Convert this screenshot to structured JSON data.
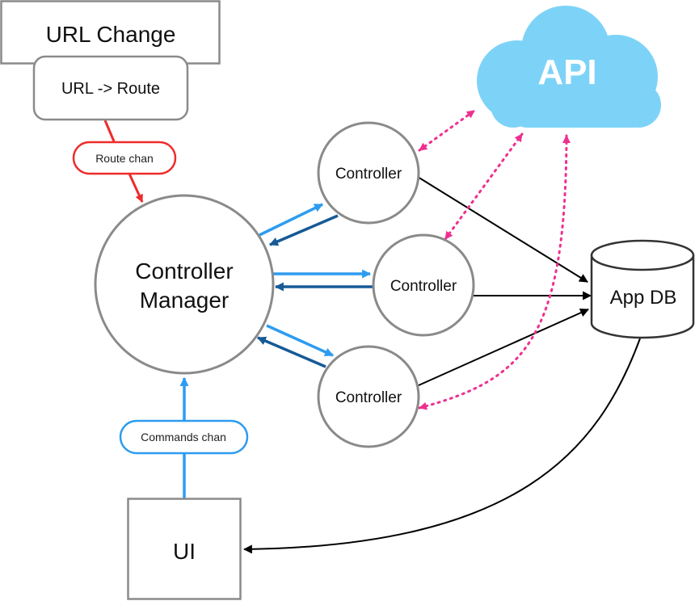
{
  "colors": {
    "node_stroke": "#8a8a8a",
    "red": "#ef2b2b",
    "light_blue": "#2d9cf0",
    "dark_blue": "#165a96",
    "black": "#000000",
    "pink": "#ef2f8f",
    "cloud": "#7dd3f7"
  },
  "nodes": {
    "url_change": "URL Change",
    "url_route": "URL -> Route",
    "route_chan": "Route chan",
    "manager_line1": "Controller",
    "manager_line2": "Manager",
    "controller_top": "Controller",
    "controller_mid": "Controller",
    "controller_bot": "Controller",
    "api": "API",
    "app_db": "App DB",
    "commands_chan": "Commands chan",
    "ui": "UI"
  }
}
